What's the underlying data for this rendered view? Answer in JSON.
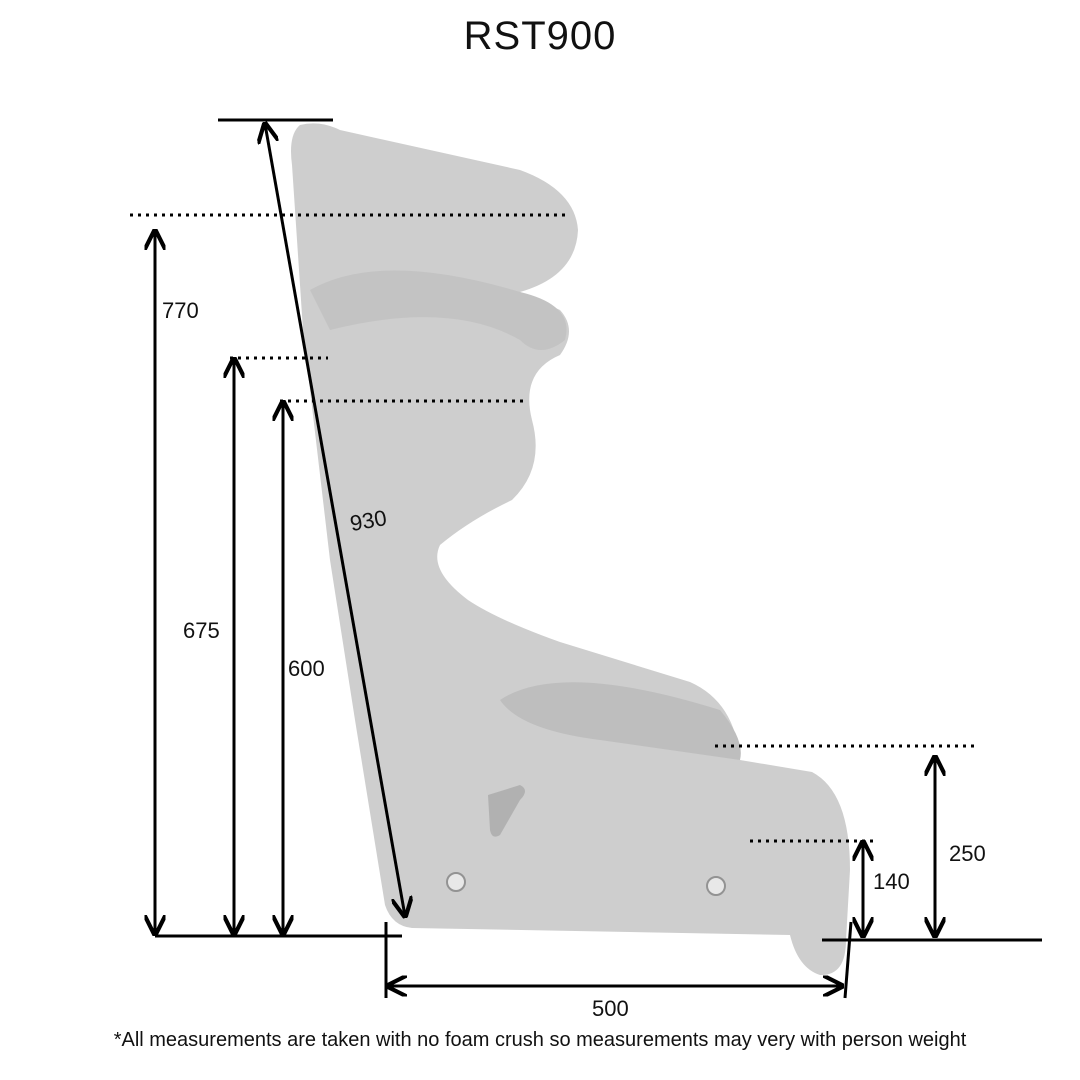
{
  "title": "RST900",
  "dimensions": {
    "diagonal_back_length": "930",
    "headrest_height": "770",
    "shoulder_height_upper": "675",
    "shoulder_height_lower": "600",
    "thigh_support_height": "250",
    "seat_base_height": "140",
    "base_length": "500"
  },
  "footnote": "*All measurements are taken with no foam crush so measurements may very with person weight"
}
